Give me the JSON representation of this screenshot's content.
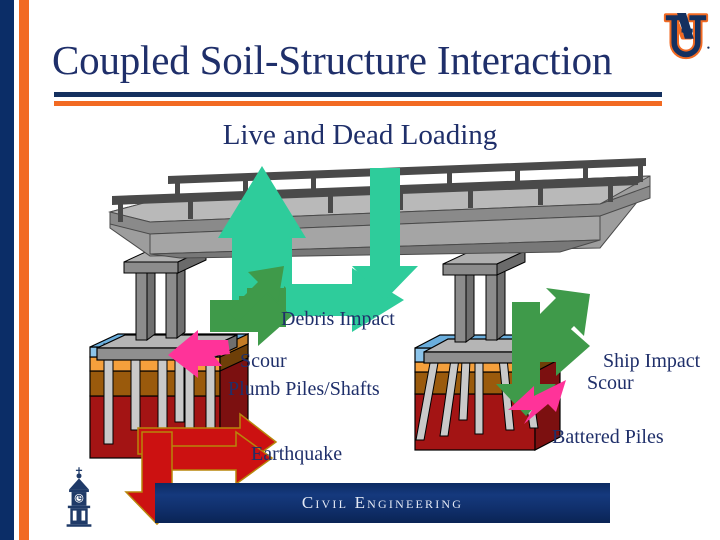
{
  "slide": {
    "title": "Coupled Soil-Structure Interaction",
    "subtitle": "Live and Dead Loading"
  },
  "branding": {
    "au_logo_name": "auburn-au-logo",
    "tower_logo_name": "samford-clock-tower-logo",
    "banner_text": "Civil Engineering",
    "navy": "#14305f",
    "orange": "#f26a22",
    "banner_navy": "#102f6b"
  },
  "labels": {
    "debris_impact": "Debris Impact",
    "scour_left": "Scour",
    "plumb_piles": "Plumb Piles/Shafts",
    "earthquake": "Earthquake",
    "ship_impact": "Ship Impact",
    "scour_right": "Scour",
    "battered_piles": "Battered Piles"
  },
  "diagram": {
    "type": "engineering-illustration",
    "subject": "bridge soil-structure interaction",
    "arrows": [
      {
        "name": "live-dead-loading-up-left",
        "color": "#2ecc9b",
        "meaning": "Live and Dead Loading"
      },
      {
        "name": "live-dead-loading-down",
        "color": "#2ecc9b",
        "meaning": "Live and Dead Loading"
      },
      {
        "name": "debris-impact-left",
        "color": "#3f9a4a",
        "meaning": "Debris Impact"
      },
      {
        "name": "ship-impact-right",
        "color": "#3f9a4a",
        "meaning": "Ship Impact"
      },
      {
        "name": "scour-left",
        "color": "#ff3399",
        "meaning": "Scour"
      },
      {
        "name": "scour-right",
        "color": "#ff3399",
        "meaning": "Scour"
      },
      {
        "name": "earthquake",
        "color": "#cc1111",
        "meaning": "Earthquake"
      }
    ],
    "soil_layers": [
      {
        "name": "water",
        "color": "#8cc4ea"
      },
      {
        "name": "sand",
        "color": "#f5a03c"
      },
      {
        "name": "clay",
        "color": "#9a5a0c"
      },
      {
        "name": "bedrock",
        "color": "#a31414"
      }
    ],
    "structure_colors": {
      "deck": "#9d9d9d",
      "deck_dark": "#4a4a4a",
      "pile": "#bdbdbd",
      "cap": "#8f8f8f"
    },
    "foundations": [
      {
        "name": "left-foundation",
        "pile_type": "Plumb Piles/Shafts"
      },
      {
        "name": "right-foundation",
        "pile_type": "Battered Piles"
      }
    ]
  }
}
